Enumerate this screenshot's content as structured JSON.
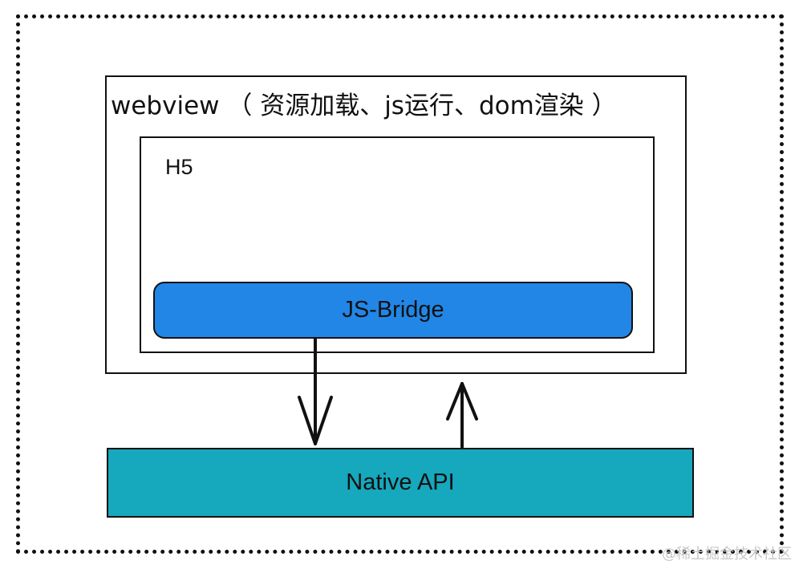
{
  "diagram": {
    "webview_label": "webview （ 资源加载、js运行、dom渲染 ）",
    "h5_label": "H5",
    "bridge_label": "JS-Bridge",
    "native_label": "Native API",
    "colors": {
      "bridge_fill": "#2286e6",
      "native_fill": "#16a8bd",
      "stroke": "#111111"
    },
    "connections": [
      {
        "from": "JS-Bridge",
        "to": "Native API",
        "direction": "down"
      },
      {
        "from": "Native API",
        "to": "JS-Bridge",
        "direction": "up"
      }
    ]
  },
  "watermark": "@稀土掘金技术社区"
}
